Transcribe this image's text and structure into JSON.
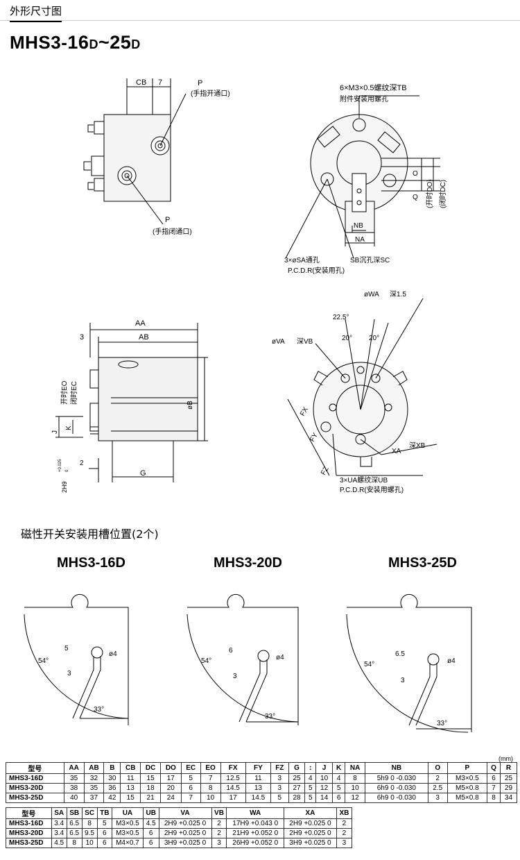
{
  "header": {
    "title": "外形尺寸图"
  },
  "main_title": {
    "prefix": "MHS3-",
    "part1": "16",
    "suffix1": "D",
    "tilde": "~",
    "part2": "25",
    "suffix2": "D"
  },
  "drawings": {
    "top_left": {
      "cb": "CB",
      "seven": "7",
      "p": "P",
      "p_open": "(手指开通口)",
      "p_close": "(手指闭通口)"
    },
    "top_right": {
      "thread": "6×M3×0.5螺纹深TB",
      "mount": "附件安装用螺孔",
      "o": "O",
      "q": "Q",
      "do": "(开时DO)",
      "dc": "(闭时DC)",
      "nb": "NB",
      "na": "NA",
      "sa": "3×øSA通孔",
      "sb": "SB沉孔深SC",
      "pcd_r": "P.C.D.R(安装用孔)"
    },
    "bottom_left": {
      "aa": "AA",
      "ab": "AB",
      "three": "3",
      "eo": "开时EO",
      "ec": "闭时EC",
      "b": "øB",
      "j": "J",
      "k": "K",
      "two": "2",
      "g": "G",
      "h9": "2H9",
      "tol": "+0.025",
      "zero": "0"
    },
    "bottom_right": {
      "wa": "øWA",
      "wa_depth": "深1.5",
      "va": "øVA",
      "va_depth": "深VB",
      "ang1": "22.5°",
      "ang2": "20°",
      "ang3": "20°",
      "fx": "FX",
      "fy": "FY",
      "fz": "FZ",
      "xa": "XA",
      "xb": "深XB",
      "ua": "3×UA螺纹深UB",
      "pcd_u": "P.C.D.R(安装用螺孔)"
    }
  },
  "switch_section": {
    "title": "磁性开关安装用槽位置(2个)",
    "models": [
      {
        "name": "MHS3-16D",
        "d1": "5",
        "d2": "3",
        "angle1": "54°",
        "angle2": "33°",
        "dia": "ø4"
      },
      {
        "name": "MHS3-20D",
        "d1": "6",
        "d2": "3",
        "angle1": "54°",
        "angle2": "33°",
        "dia": "ø4"
      },
      {
        "name": "MHS3-25D",
        "d1": "6.5",
        "d2": "3",
        "angle1": "54°",
        "angle2": "33°",
        "dia": "ø4"
      }
    ]
  },
  "unit_note": "(mm)",
  "table1": {
    "headers": [
      "型号",
      "AA",
      "AB",
      "B",
      "CB",
      "DC",
      "DO",
      "EC",
      "EO",
      "FX",
      "FY",
      "FZ",
      "G",
      "↕",
      "J",
      "K",
      "NA",
      "NB",
      "O",
      "P",
      "Q",
      "R"
    ],
    "rows": [
      [
        "MHS3-16D",
        "35",
        "32",
        "30",
        "11",
        "15",
        "17",
        "5",
        "7",
        "12.5",
        "11",
        "3",
        "25",
        "4",
        "10",
        "4",
        "8",
        "5h9 0 -0.030",
        "2",
        "M3×0.5",
        "6",
        "25"
      ],
      [
        "MHS3-20D",
        "38",
        "35",
        "36",
        "13",
        "18",
        "20",
        "6",
        "8",
        "14.5",
        "13",
        "3",
        "27",
        "5",
        "12",
        "5",
        "10",
        "6h9 0 -0.030",
        "2.5",
        "M5×0.8",
        "7",
        "29"
      ],
      [
        "MHS3-25D",
        "40",
        "37",
        "42",
        "15",
        "21",
        "24",
        "7",
        "10",
        "17",
        "14.5",
        "5",
        "28",
        "5",
        "14",
        "6",
        "12",
        "6h9 0 -0.030",
        "3",
        "M5×0.8",
        "8",
        "34"
      ]
    ]
  },
  "table2": {
    "headers": [
      "型号",
      "SA",
      "SB",
      "SC",
      "TB",
      "UA",
      "UB",
      "VA",
      "VB",
      "WA",
      "XA",
      "XB"
    ],
    "rows": [
      [
        "MHS3-16D",
        "3.4",
        "6.5",
        "8",
        "5",
        "M3×0.5",
        "4.5",
        "2H9 +0.025 0",
        "2",
        "17H9 +0.043 0",
        "2H9 +0.025 0",
        "2"
      ],
      [
        "MHS3-20D",
        "3.4",
        "6.5",
        "9.5",
        "6",
        "M3×0.5",
        "6",
        "2H9 +0.025 0",
        "2",
        "21H9 +0.052 0",
        "2H9 +0.025 0",
        "2"
      ],
      [
        "MHS3-25D",
        "4.5",
        "8",
        "10",
        "6",
        "M4×0.7",
        "6",
        "3H9 +0.025 0",
        "3",
        "26H9 +0.052 0",
        "3H9 +0.025 0",
        "3"
      ]
    ]
  }
}
